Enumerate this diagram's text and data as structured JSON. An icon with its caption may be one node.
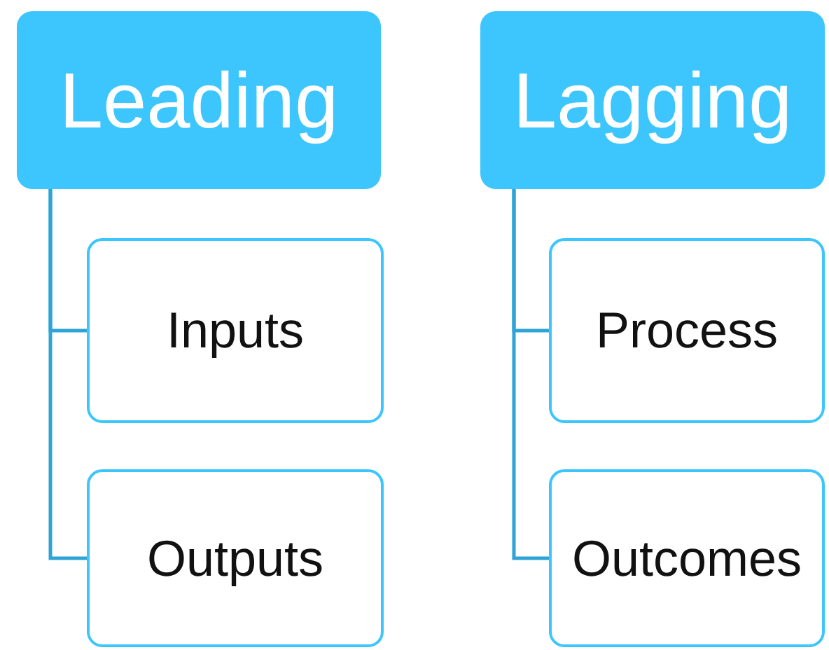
{
  "diagram": {
    "nodes": [
      {
        "text": [
          "Leading"
        ]
      },
      {
        "text": [
          "Inputs"
        ]
      },
      {
        "text": [
          "Outputs"
        ]
      },
      {
        "text": [
          "Lagging"
        ]
      },
      {
        "text": [
          "Process"
        ]
      },
      {
        "text": [
          "Outcomes"
        ]
      }
    ],
    "edges": [
      {
        "from": 0,
        "to": 1,
        "arrow": "none"
      },
      {
        "from": 0,
        "to": 2,
        "arrow": "none"
      },
      {
        "from": 3,
        "to": 4,
        "arrow": "none"
      },
      {
        "from": 3,
        "to": 5,
        "arrow": "none"
      }
    ]
  }
}
